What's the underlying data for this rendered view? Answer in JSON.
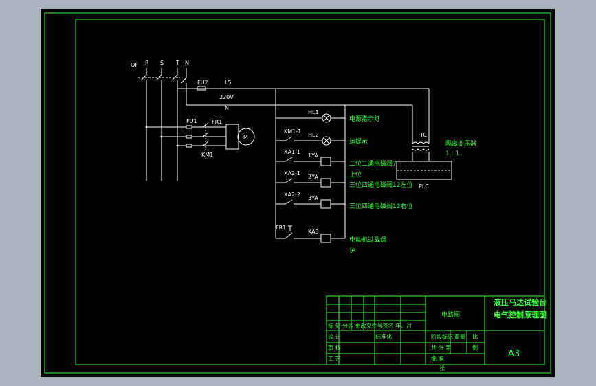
{
  "colors": {
    "background": "#a9b3be",
    "paper": "#000000",
    "line": "#ffffff",
    "frame": "#33ff33"
  },
  "labels": {
    "qf": "QF",
    "r": "R",
    "s": "S",
    "t": "T",
    "n": "N",
    "fu2": "FU2",
    "l5": "L5",
    "v220": "220V",
    "n2": "N",
    "fu1": "FU1",
    "fr1_top": "FR1",
    "km1_main": "KM1",
    "motor": "M",
    "hl1": "HL1",
    "hl2": "HL2",
    "km1_1": "KM1-1",
    "xa1_1": "XA1-1",
    "xa2_1": "XA2-1",
    "xa2_2": "XA2-2",
    "fr1_bot": "FR1",
    "yv1": "1YA",
    "yv2": "2YA",
    "yv3": "3YA",
    "ka3": "KA3",
    "tc": "TC",
    "plc": "PLC"
  },
  "descriptions": {
    "power_lamp": "电源指示灯",
    "run_lamp": "运提示",
    "valve_a_line1": "二位二通电磁阀7",
    "valve_a_line2": "上位",
    "valve_b": "三位四通电磁阀12左位",
    "valve_c": "三位四通电磁阀12右位",
    "overload_line1": "电动机过载保",
    "overload_line2": "护",
    "transformer_line1": "隔离变压器",
    "transformer_line2": "1 : 1"
  },
  "title_block": {
    "project_line1": "液压马达试验台",
    "project_line2": "电气控制原理图",
    "drawing_name": "电路图",
    "sheet_size": "A3",
    "row1": "标  处  分区  更改文件号签名  年、月",
    "row2_a": "设  计",
    "row2_b": "标准化",
    "row2_c": "阶段标记",
    "row2_d": "重量",
    "row2_e": "比",
    "row3_a": "审  核",
    "row3_b": "共   张   第",
    "row3_c": "例",
    "row4_a": "工  艺",
    "row4_b": "批   准",
    "row4_c": "张"
  }
}
